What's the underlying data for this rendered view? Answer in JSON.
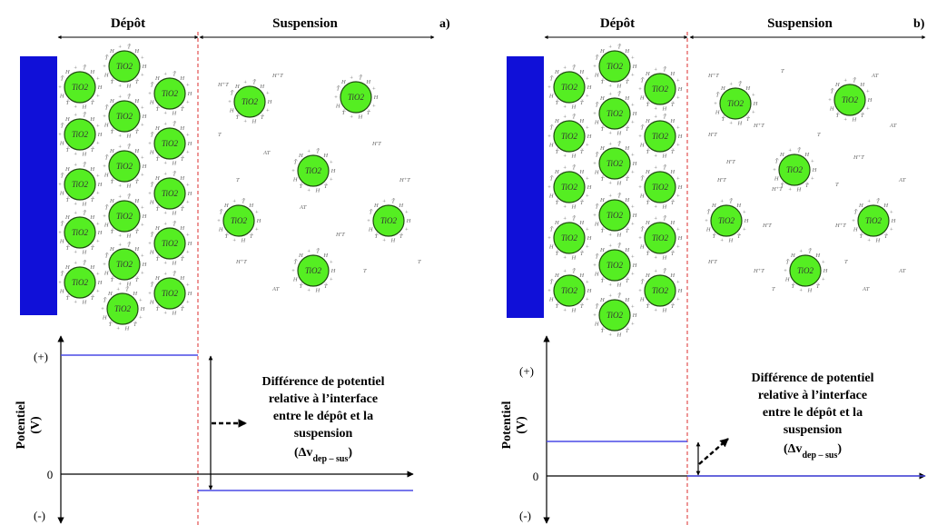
{
  "colors": {
    "electrode": "#1010d8",
    "particle_fill": "#55ee22",
    "particle_stroke": "#1f4a10",
    "interface_line": "#e25050",
    "potential_line": "#4a4ae6",
    "axis": "#000000"
  },
  "panels": [
    {
      "id": "a",
      "letter": "a)",
      "header_depot": "Dépôt",
      "header_suspension": "Suspension",
      "particle_label": "TiO2",
      "ion_labels": [
        "H⁺T",
        "T",
        "AT",
        "H'T"
      ],
      "axis": {
        "ylabel_line1": "Potentiel",
        "ylabel_line2": "(V)",
        "plus_label": "(+)",
        "zero_label": "0",
        "minus_label": "(-)"
      },
      "potential": {
        "depot_level": "high",
        "suspension_level": "low"
      },
      "annotation": {
        "lines": [
          "Différence de potentiel",
          "relative à l’interface",
          "entre le dépôt et la",
          "suspension"
        ],
        "symbol": "Δv",
        "subscript": "dep – sus",
        "open_paren": "(",
        "close_paren": ")"
      }
    },
    {
      "id": "b",
      "letter": "b)",
      "header_depot": "Dépôt",
      "header_suspension": "Suspension",
      "particle_label": "TiO2",
      "ion_labels": [
        "H⁺T",
        "T",
        "AT",
        "H'T"
      ],
      "axis": {
        "ylabel_line1": "Potentiel",
        "ylabel_line2": "(V)",
        "plus_label": "(+)",
        "zero_label": "0",
        "minus_label": "(-)"
      },
      "potential": {
        "depot_level": "moderate",
        "suspension_level": "zero"
      },
      "annotation": {
        "lines": [
          "Différence de potentiel",
          "relative à l’interface",
          "entre le dépôt et la",
          "suspension"
        ],
        "symbol": "Δv",
        "subscript": "dep – sus",
        "open_paren": "(",
        "close_paren": ")"
      }
    }
  ]
}
